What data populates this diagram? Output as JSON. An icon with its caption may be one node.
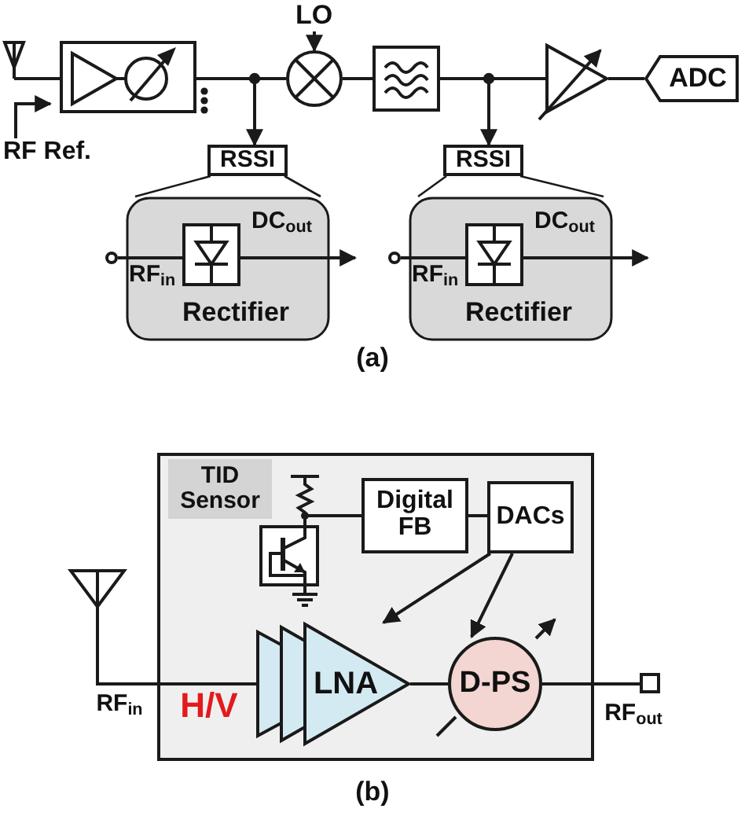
{
  "diagram": {
    "nodes": [
      {
        "text": [],
        "shape": "antenna"
      },
      {
        "text": [],
        "shape": "box"
      },
      {
        "text": [
          "LO"
        ]
      },
      {
        "text": [],
        "shape": "circle"
      },
      {
        "text": [],
        "shape": "box"
      },
      {
        "text": [],
        "shape": "triangle"
      },
      {
        "text": [
          "ADC"
        ]
      },
      {
        "text": [
          "RF Ref."
        ]
      },
      {
        "text": [
          "RSSI"
        ]
      },
      {
        "text": [
          "RSSI"
        ]
      },
      {
        "text": [
          "DC$_{out}$",
          "RF$_{in}$",
          "Rectifier"
        ]
      },
      {
        "text": [],
        "shape": "circle"
      },
      {
        "text": [],
        "shape": "box",
        "in": 10
      },
      {
        "text": [
          "DC$_{out}$",
          "RF$_{in}$",
          "Rectifier"
        ]
      },
      {
        "text": [],
        "shape": "circle"
      },
      {
        "text": [],
        "shape": "box",
        "in": 13
      },
      {
        "text": [],
        "shape": "antenna"
      },
      {
        "text": [],
        "shape": "box"
      },
      {
        "text": [
          "TID Sensor"
        ],
        "in": 17
      },
      {
        "text": [],
        "shape": "picture",
        "in": 17
      },
      {
        "text": [
          "Digital FB"
        ],
        "in": 17
      },
      {
        "text": [
          "DACs"
        ],
        "in": 17
      },
      {
        "text": [
          "LNA"
        ],
        "in": 17
      },
      {
        "text": [
          "D-PS"
        ],
        "in": 17
      },
      {
        "text": [],
        "shape": "box"
      }
    ],
    "edges": [
      {
        "from": 0,
        "to": 1,
        "arrow": "none"
      },
      {
        "from": 1,
        "to": 3,
        "arrow": "none"
      },
      {
        "from": 1,
        "to": 8,
        "arrow": "to"
      },
      {
        "from": 2,
        "to": 3,
        "arrow": "to"
      },
      {
        "from": 3,
        "to": 4,
        "arrow": "none"
      },
      {
        "from": 4,
        "to": 5,
        "arrow": "none"
      },
      {
        "from": 4,
        "to": 9,
        "arrow": "to"
      },
      {
        "from": 5,
        "to": 6,
        "arrow": "none"
      },
      {
        "from": 7,
        "to": null,
        "arrow": "to"
      },
      {
        "from": 11,
        "to": 12,
        "arrow": "none"
      },
      {
        "from": 12,
        "to": null,
        "arrow": "to"
      },
      {
        "from": 14,
        "to": 15,
        "arrow": "none"
      },
      {
        "from": 15,
        "to": null,
        "arrow": "to"
      },
      {
        "from": 16,
        "to": 22,
        "arrow": "none"
      },
      {
        "from": 19,
        "to": 20,
        "arrow": "none"
      },
      {
        "from": 20,
        "to": 21,
        "arrow": "none"
      },
      {
        "from": 21,
        "to": 22,
        "arrow": "to"
      },
      {
        "from": 21,
        "to": 23,
        "arrow": "to"
      },
      {
        "from": 22,
        "to": 23,
        "arrow": "none"
      },
      {
        "from": 23,
        "to": 24,
        "arrow": "none"
      },
      {
        "from": 8,
        "to": 10,
        "arrow": "none"
      },
      {
        "from": 8,
        "to": 10,
        "arrow": "none"
      },
      {
        "from": 9,
        "to": 13,
        "arrow": "none"
      },
      {
        "from": 9,
        "to": 13,
        "arrow": "none"
      }
    ],
    "labels": [
      "(a)",
      "RF$_{in}$",
      "H/V",
      "RF$_{out}$",
      "(b)"
    ]
  }
}
